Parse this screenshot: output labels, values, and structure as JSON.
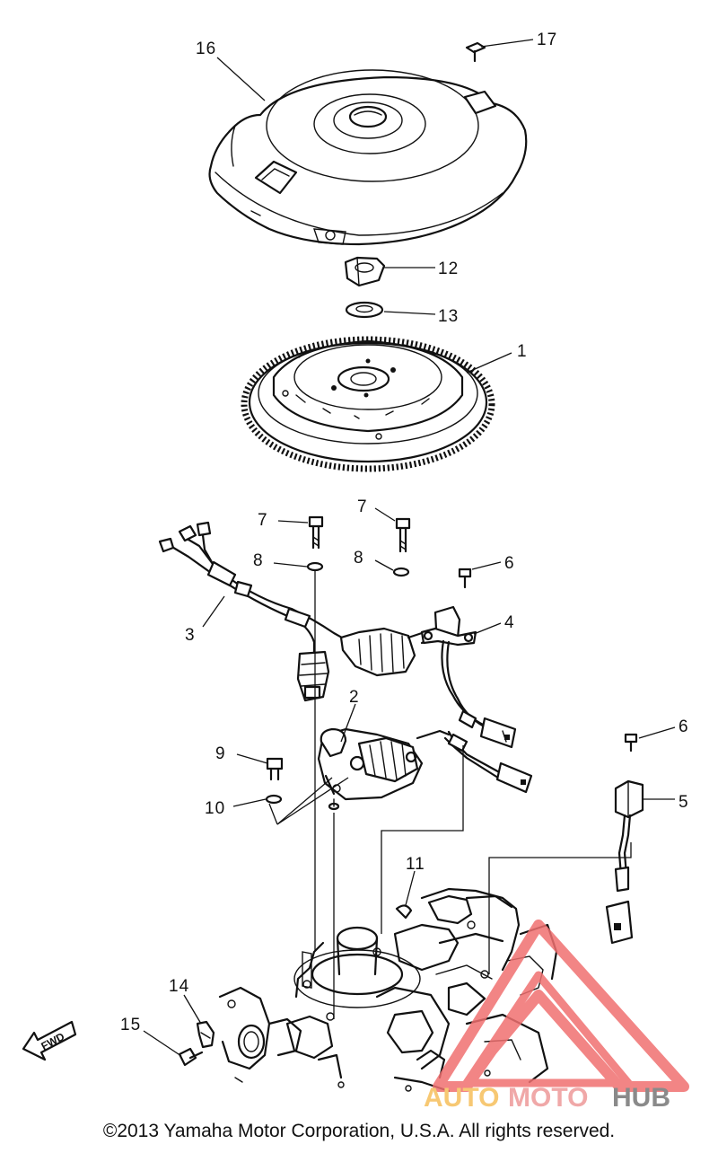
{
  "diagram": {
    "title": "",
    "part_callouts": [
      "1",
      "2",
      "3",
      "4",
      "5",
      "6",
      "6",
      "7",
      "7",
      "8",
      "8",
      "9",
      "10",
      "11",
      "12",
      "13",
      "14",
      "15",
      "16",
      "17"
    ],
    "fwd_label": "FWD"
  },
  "watermark": {
    "brand_part1": "AUTO",
    "brand_part2": "MOTO",
    "brand_part3": "HUB",
    "colors": {
      "auto": "#f7c873",
      "moto": "#f0a8a8",
      "hub": "#8a8a8a",
      "logo": "#f07070"
    }
  },
  "copyright": "©2013 Yamaha Motor Corporation, U.S.A. All rights reserved."
}
